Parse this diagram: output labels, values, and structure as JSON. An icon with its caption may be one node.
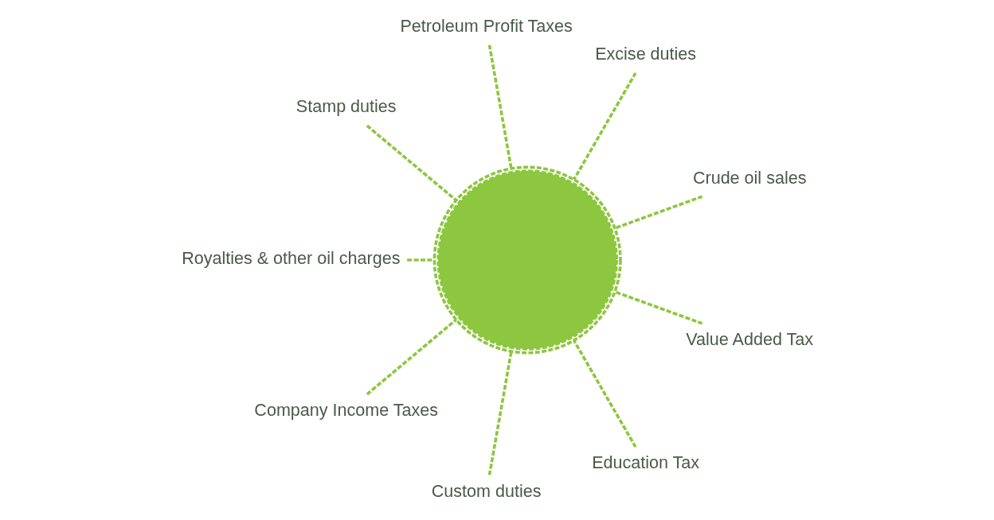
{
  "diagram": {
    "nodes": [
      {
        "text": [],
        "shape": "circle"
      },
      {
        "text": [
          "Crude oil sales"
        ]
      },
      {
        "text": [
          "Excise duties"
        ]
      },
      {
        "text": [
          "Petroleum Profit Taxes"
        ]
      },
      {
        "text": [
          "Stamp duties"
        ]
      },
      {
        "text": [
          "Royalties & other oil charges"
        ]
      },
      {
        "text": [
          "Company Income Taxes"
        ]
      },
      {
        "text": [
          "Custom duties"
        ]
      },
      {
        "text": [
          "Education Tax"
        ]
      },
      {
        "text": [
          "Value Added Tax"
        ]
      }
    ],
    "edges": [
      {
        "from": 1,
        "to": 0,
        "arrow": "none",
        "style": "dashed"
      },
      {
        "from": 2,
        "to": 0,
        "arrow": "none",
        "style": "dashed"
      },
      {
        "from": 3,
        "to": 0,
        "arrow": "none",
        "style": "dashed"
      },
      {
        "from": 4,
        "to": 0,
        "arrow": "none",
        "style": "dashed"
      },
      {
        "from": 5,
        "to": 0,
        "arrow": "none",
        "style": "dashed"
      },
      {
        "from": 6,
        "to": 0,
        "arrow": "none",
        "style": "dashed"
      },
      {
        "from": 7,
        "to": 0,
        "arrow": "none",
        "style": "dashed"
      },
      {
        "from": 8,
        "to": 0,
        "arrow": "none",
        "style": "dashed"
      },
      {
        "from": 9,
        "to": 0,
        "arrow": "none",
        "style": "dashed"
      }
    ]
  }
}
